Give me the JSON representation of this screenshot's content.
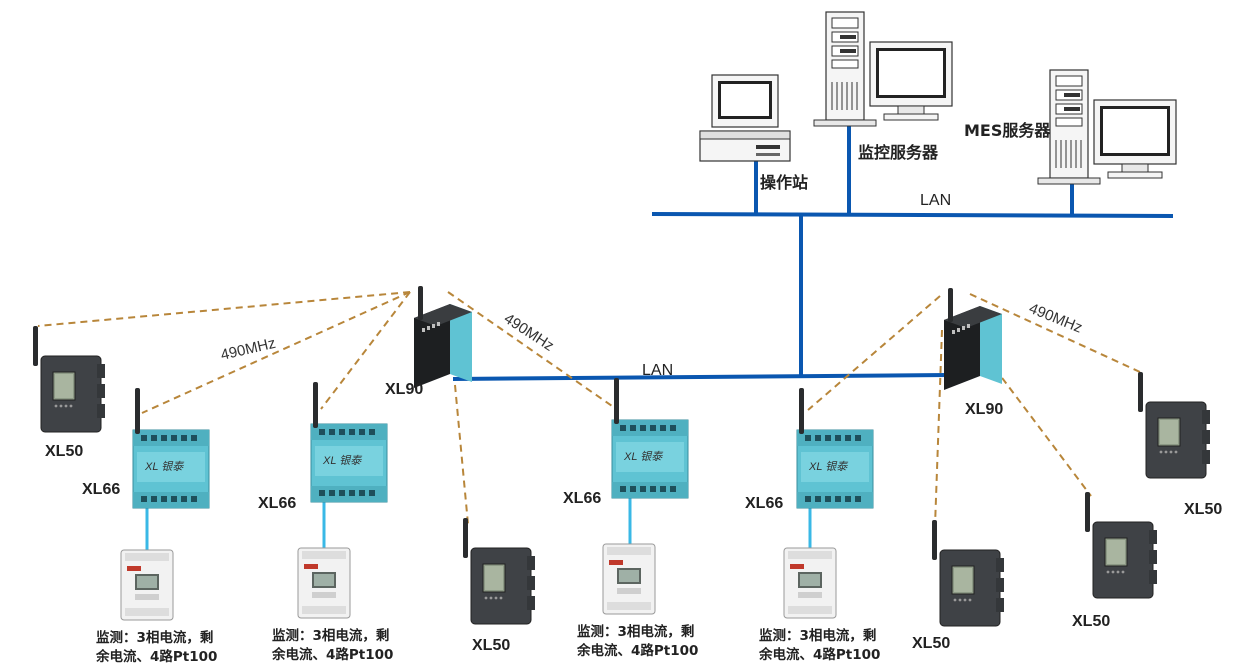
{
  "network": {
    "top_lan_label": "LAN",
    "mid_lan_label": "LAN",
    "radio_freq_left": "490MHz",
    "radio_freq_mid": "490MHz",
    "radio_freq_right": "490MHz"
  },
  "pcs": {
    "operator_station": "操作站",
    "monitor_server": "监控服务器",
    "mes_server": "MES服务器"
  },
  "gateways": {
    "left": "XL90",
    "right": "XL90"
  },
  "modules": {
    "xl66_1": "XL66",
    "xl66_2": "XL66",
    "xl66_3": "XL66",
    "xl66_4": "XL66",
    "module_face_text": "XL 银泰"
  },
  "terminals": {
    "xl50_1": "XL50",
    "xl50_2": "XL50",
    "xl50_3": "XL50",
    "xl50_4": "XL50",
    "xl50_5": "XL50"
  },
  "meter_notes": {
    "line1": "监测：3相电流，剩",
    "line2": "余电流、4路Pt100"
  },
  "colors": {
    "lan_blue": "#0a57b0",
    "radio_dash": "#b8863a",
    "module_cyan": "#5fc3d3",
    "cable_cyan": "#39b8e6",
    "device_dark": "#3f4246"
  }
}
